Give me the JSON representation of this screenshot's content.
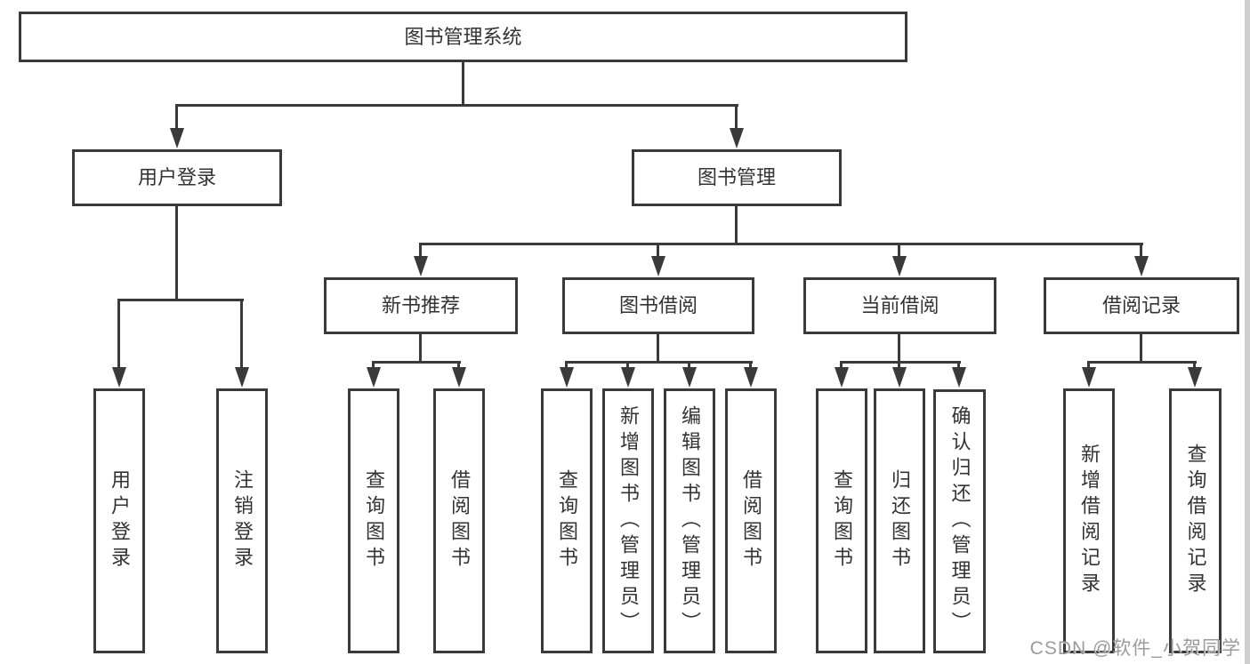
{
  "nodes": {
    "root": "图书管理系统",
    "login": {
      "label": "用户登录",
      "children": [
        "用户登录",
        "注销登录"
      ]
    },
    "management": {
      "label": "图书管理",
      "sections": [
        {
          "label": "新书推荐",
          "children": [
            "查询图书",
            "借阅图书"
          ]
        },
        {
          "label": "图书借阅",
          "children": [
            "查询图书",
            "新增图书（管理员）",
            "编辑图书（管理员）",
            "借阅图书"
          ]
        },
        {
          "label": "当前借阅",
          "children": [
            "查询图书",
            "归还图书",
            "确认归还（管理员）"
          ]
        },
        {
          "label": "借阅记录",
          "children": [
            "新增借阅记录",
            "查询借阅记录"
          ]
        }
      ]
    }
  },
  "watermark": {
    "text": "CSDN @软件_小贺同学"
  },
  "colors": {
    "line": "#3a3a3a",
    "text": "#333333",
    "background": "#ffffff",
    "watermark": "#9b9b9b"
  }
}
